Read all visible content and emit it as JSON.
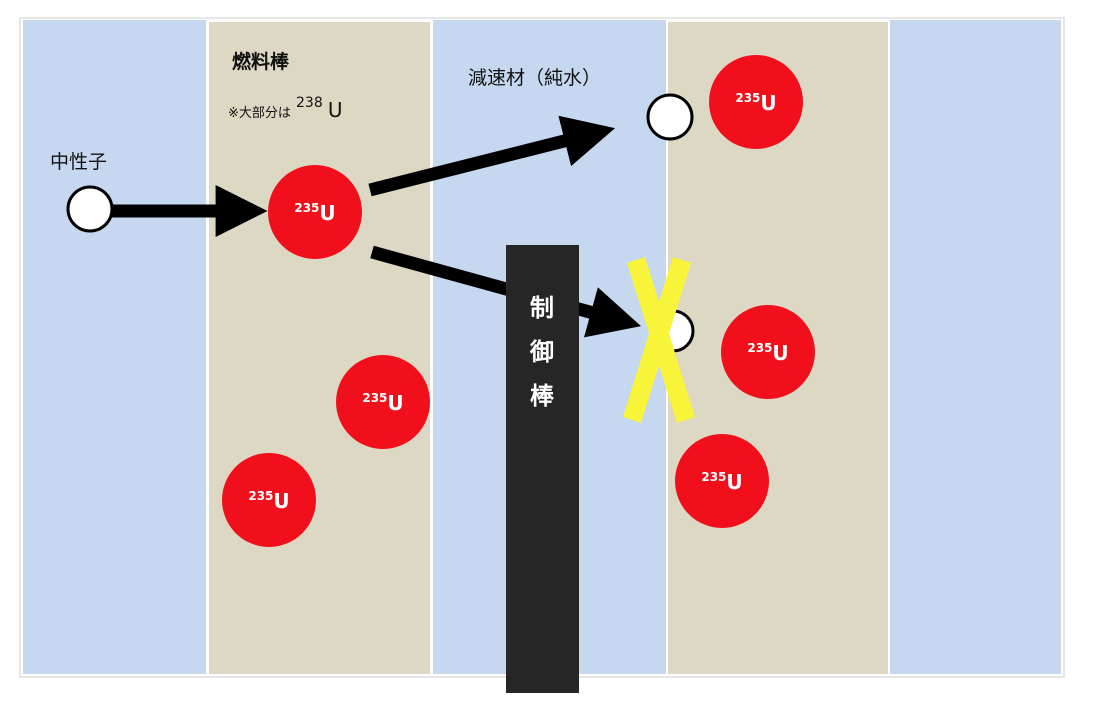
{
  "colors": {
    "water": "#c5d8ef",
    "fuel": "#ddd8c4",
    "uranium": "#f20f1c",
    "arrow": "#000000",
    "control_rod": "#262626",
    "block_mark": "#f7f43a",
    "neutron_fill": "#ffffff"
  },
  "labels": {
    "neutron": "中性子",
    "fuel_rod": "燃料棒",
    "fuel_note_prefix": "※大部分は",
    "fuel_note_isotope_mass": "238",
    "fuel_note_isotope_symbol": "U",
    "moderator": "減速材（純水）",
    "control_rod_chars": [
      "制",
      "御",
      "棒"
    ]
  },
  "uranium": {
    "mass": "235",
    "symbol": "U"
  },
  "icons": {
    "neutron": "neutron-circle-icon",
    "arrow": "arrow-icon",
    "blocked": "x-mark-icon"
  }
}
